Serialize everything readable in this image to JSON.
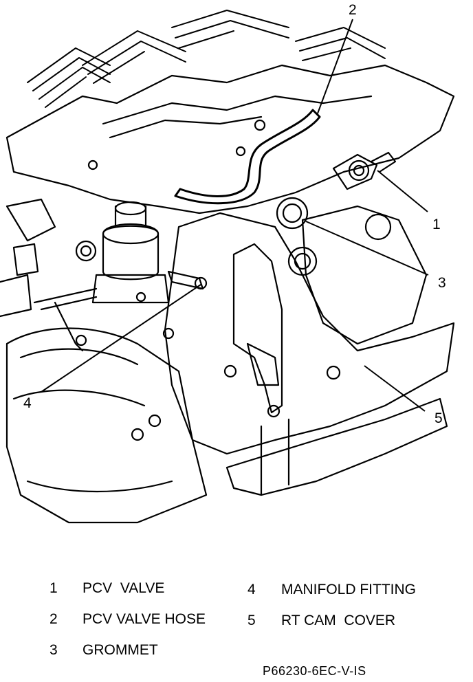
{
  "callouts": [
    "1",
    "2",
    "3",
    "4",
    "5"
  ],
  "legend": [
    {
      "num": "1",
      "label": "PCV  VALVE"
    },
    {
      "num": "2",
      "label": "PCV VALVE HOSE"
    },
    {
      "num": "3",
      "label": "GROMMET"
    },
    {
      "num": "4",
      "label": "MANIFOLD FITTING"
    },
    {
      "num": "5",
      "label": "RT CAM  COVER"
    }
  ],
  "figure_code": "P66230-6EC-V-IS"
}
